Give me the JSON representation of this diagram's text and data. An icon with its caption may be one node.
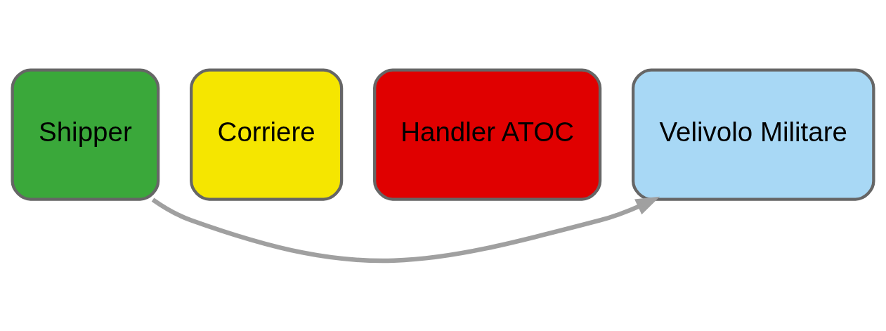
{
  "diagram": {
    "nodes": [
      {
        "text": [
          "Shipper"
        ]
      },
      {
        "text": [
          "Corriere"
        ]
      },
      {
        "text": [
          "Handler ATOC"
        ]
      },
      {
        "text": [
          "Velivolo Militare"
        ]
      }
    ],
    "edges": [
      {
        "from": 0,
        "to": 3,
        "arrow": "to"
      }
    ]
  }
}
